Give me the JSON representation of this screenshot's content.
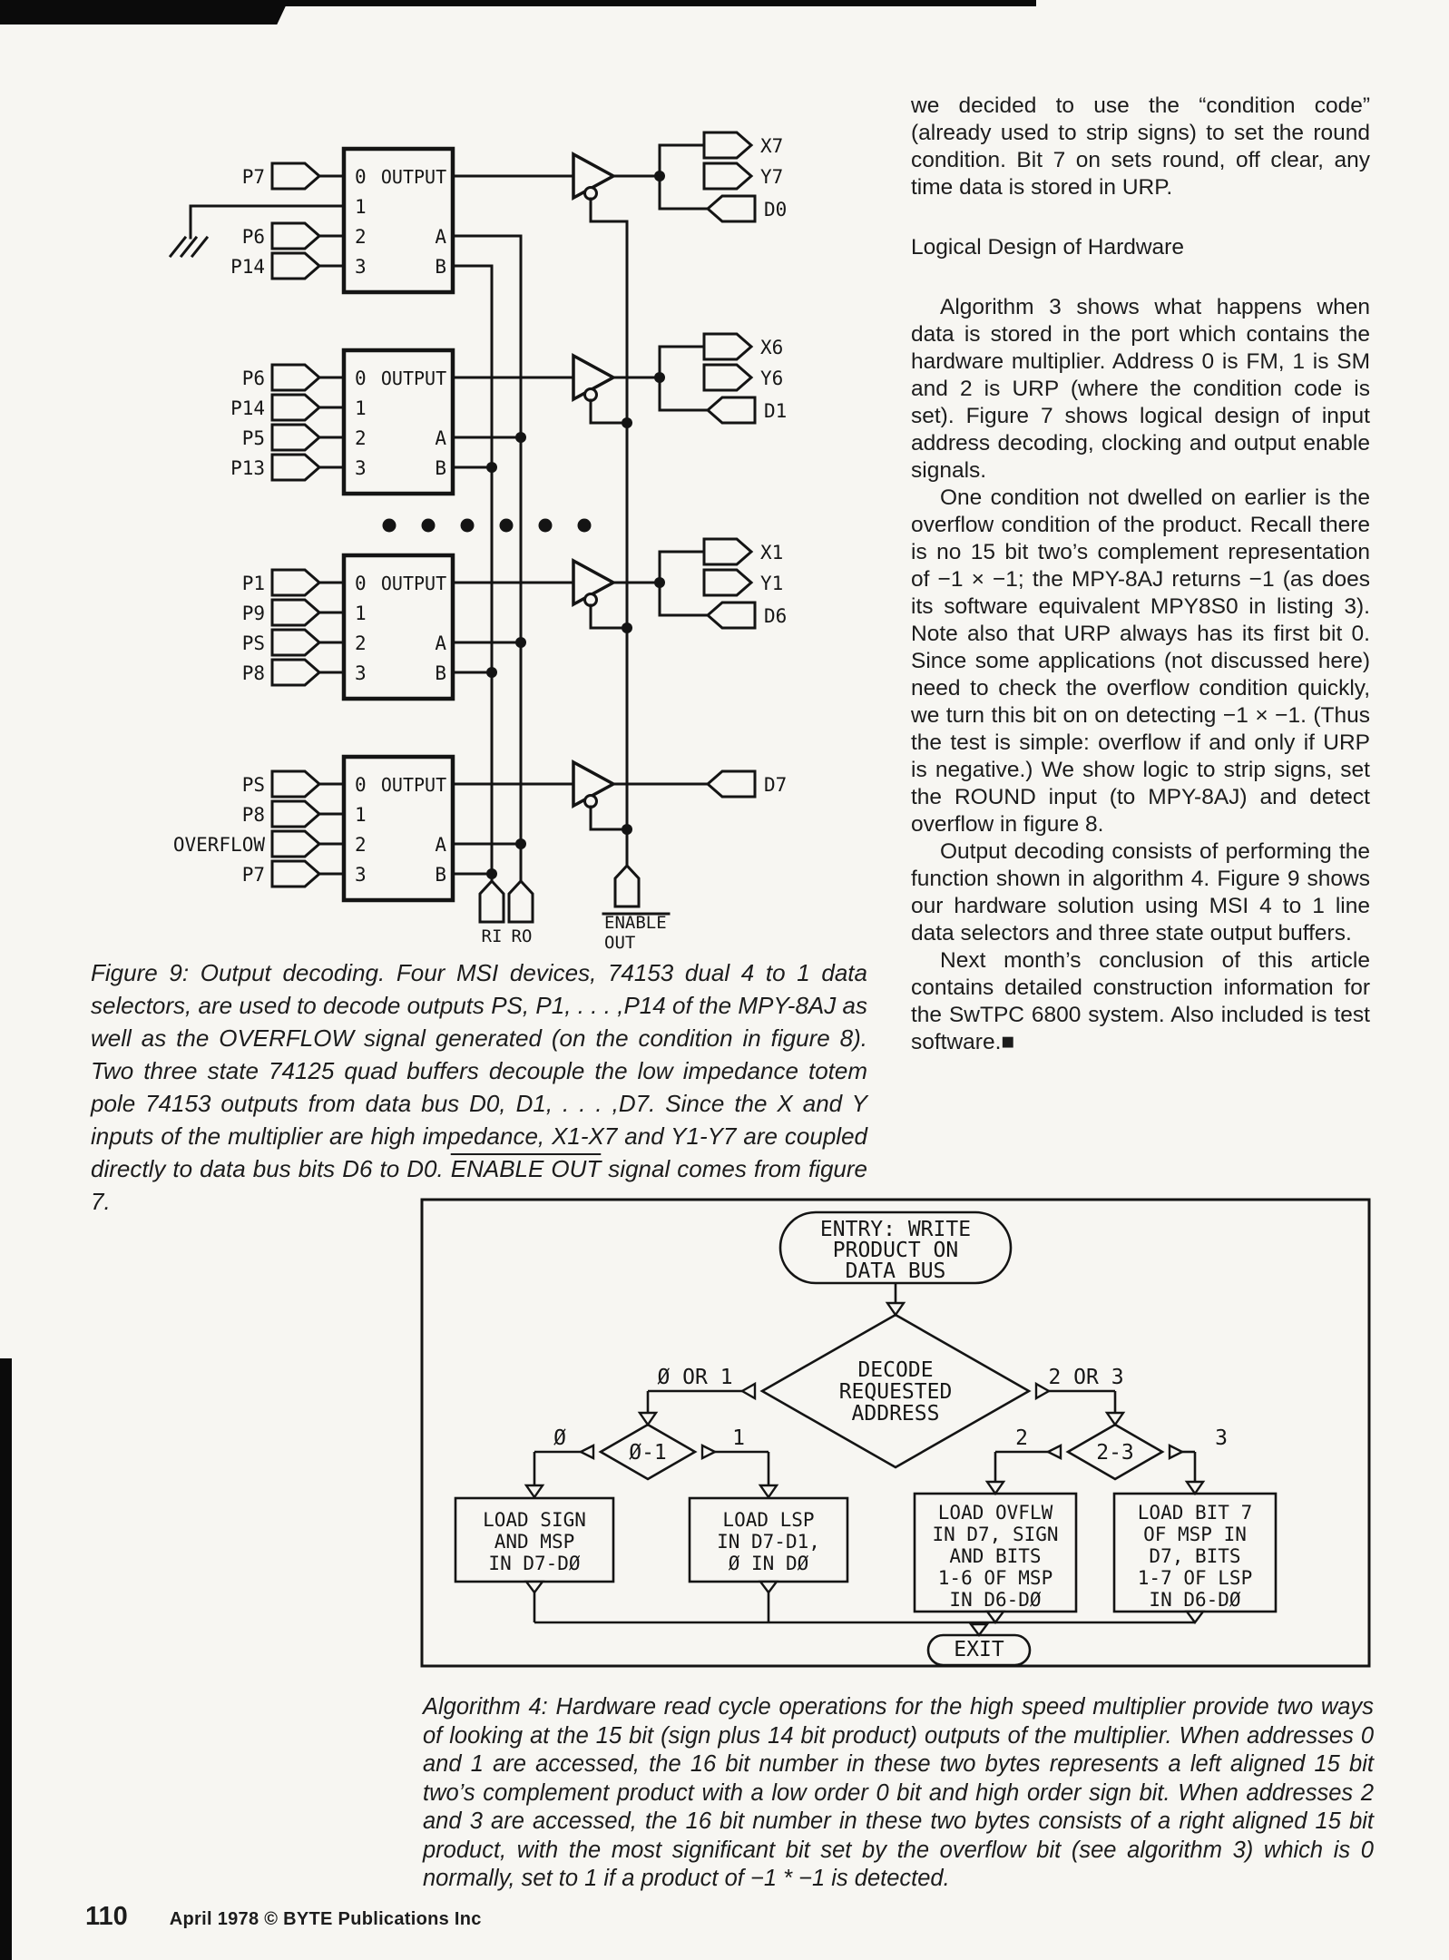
{
  "article": {
    "para1": "we decided to use the “condition code” (already used to strip signs) to set the round condition. Bit 7 on sets round, off clear, any time data is stored in URP.",
    "heading": "Logical Design of Hardware",
    "para2": "Algorithm 3 shows what happens when data is stored in the port which contains the hardware multiplier. Address 0 is FM, 1 is SM and 2 is URP (where the condition code is set). Figure 7 shows logical design of input address decoding, clocking and output enable signals.",
    "para3": "One condition not dwelled on earlier is the overflow condition of the product. Recall there is no 15 bit two’s complement representation of −1 × −1; the MPY-8AJ returns −1 (as does its software equivalent MPY8S0 in listing 3). Note also that URP always has its first bit 0. Since some applications (not discussed here) need to check the overflow condition quickly, we turn this bit on on detecting −1 × −1. (Thus the test is simple: overflow if and only if URP is negative.) We show logic to strip signs, set the ROUND input (to MPY-8AJ) and detect overflow in figure 8.",
    "para4": "Output decoding consists of performing the function shown in algorithm 4. Figure 9 shows our hardware solution using MSI 4 to 1 line data selectors and three state output buffers.",
    "para5": "Next month’s conclusion of this article contains detailed construction information for the SwTPC 6800 system. Also included is test software.■"
  },
  "figure9": {
    "caption_before": "Figure 9: Output decoding. Four MSI devices, 74153 dual 4 to 1 data selectors, are used to decode outputs PS, P1, . . . ,P14 of the MPY-8AJ as well as the OVERFLOW signal generated (on the condition in figure 8). Two three state 74125 quad buffers decouple the low impedance totem pole 74153 outputs from data bus D0, D1, . . . ,D7. Since the X and Y inputs of the multiplier are high impedance, X1-X7 and Y1-Y7 are coupled directly to data bus bits D6 to D0. ",
    "caption_overline": "ENABLE OUT",
    "caption_after": " signal comes from figure 7.",
    "schematic": {
      "select_labels": [
        "0",
        "1",
        "2",
        "3"
      ],
      "output_label": "OUTPUT",
      "a_label": "A",
      "b_label": "B",
      "muxes": [
        {
          "inputs": [
            "P7",
            null,
            "P6",
            "P14"
          ],
          "x": "X7",
          "y": "Y7",
          "d": "D0"
        },
        {
          "inputs": [
            "P6",
            "P14",
            "P5",
            "P13"
          ],
          "x": "X6",
          "y": "Y6",
          "d": "D1"
        },
        {
          "inputs": [
            "P1",
            "P9",
            "PS",
            "P8"
          ],
          "x": "X1",
          "y": "Y1",
          "d": "D6"
        },
        {
          "inputs": [
            "PS",
            "P8",
            "OVERFLOW",
            "P7"
          ],
          "d": "D7"
        }
      ],
      "ri": "RI",
      "ro": "RO",
      "enable_line1": "ENABLE",
      "enable_line2": "OUT"
    }
  },
  "algorithm4": {
    "flowchart": {
      "entry": [
        "ENTRY: WRITE",
        "PRODUCT ON",
        "DATA BUS"
      ],
      "decision": [
        "DECODE",
        "REQUESTED",
        "ADDRESS"
      ],
      "branch_left": "Ø OR 1",
      "branch_right": "2 OR 3",
      "d01": "Ø-1",
      "d23": "2-3",
      "lbl0": "Ø",
      "lbl1": "1",
      "lbl2": "2",
      "lbl3": "3",
      "box1": [
        "LOAD SIGN",
        "AND MSP",
        "IN D7-DØ"
      ],
      "box2": [
        "LOAD LSP",
        "IN D7-D1,",
        "Ø IN DØ"
      ],
      "box3": [
        "LOAD OVFLW",
        "IN D7, SIGN",
        "AND BITS",
        "1-6 OF MSP",
        "IN D6-DØ"
      ],
      "box4": [
        "LOAD BIT 7",
        "OF MSP IN",
        "D7, BITS",
        "1-7 OF LSP",
        "IN D6-DØ"
      ],
      "exit": "EXIT"
    },
    "caption": "Algorithm 4: Hardware read cycle operations for the high speed multiplier provide two ways of looking at the 15 bit (sign plus 14 bit product) outputs of the multiplier. When addresses 0 and 1 are accessed, the 16 bit number in these two bytes represents a left aligned 15 bit two’s complement product with a low order 0 bit and high order sign bit. When addresses 2 and 3 are accessed, the 16 bit number in these two bytes consists of a right aligned 15 bit product, with the most significant bit set by the overflow bit (see algorithm 3) which is 0 normally, set to 1 if a product of −1 * −1 is detected."
  },
  "footer": {
    "page_number": "110",
    "credit": "April 1978 © BYTE Publications Inc"
  }
}
